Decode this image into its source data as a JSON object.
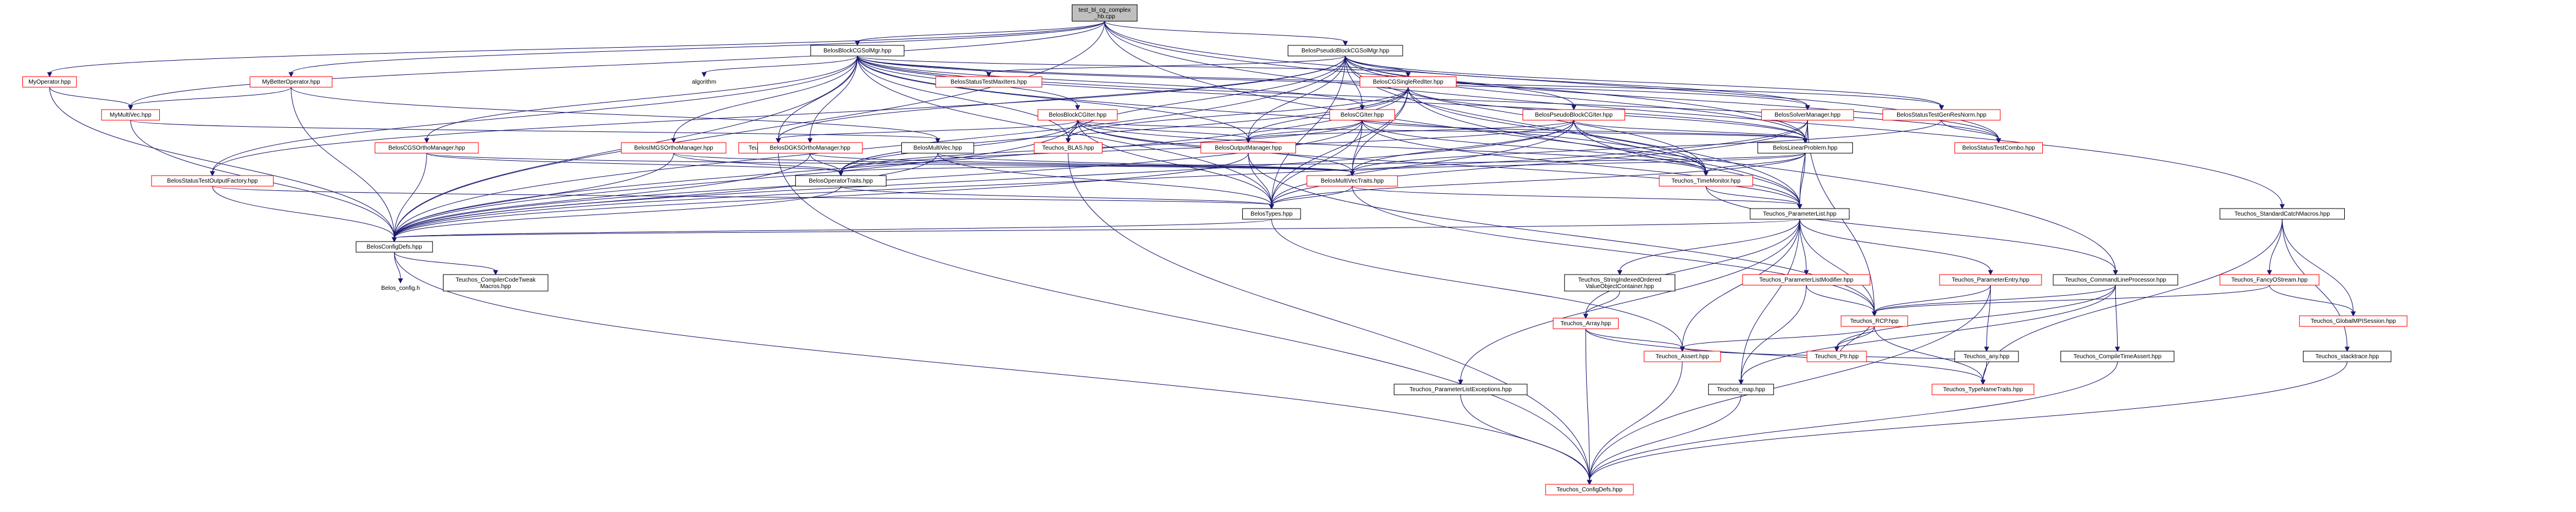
{
  "graph": {
    "nodes": [
      {
        "id": "root",
        "lines": [
          "test_bl_cg_complex",
          "_hb.cpp"
        ],
        "style": "root"
      },
      {
        "id": "myop",
        "lines": [
          "MyOperator.hpp"
        ],
        "style": "red"
      },
      {
        "id": "mybetter",
        "lines": [
          "MyBetterOperator.hpp"
        ],
        "style": "red"
      },
      {
        "id": "mymv",
        "lines": [
          "MyMultiVec.hpp"
        ],
        "style": "red"
      },
      {
        "id": "bbcgsol",
        "lines": [
          "BelosBlockCGSolMgr.hpp"
        ],
        "style": "black"
      },
      {
        "id": "ppbcgsol",
        "lines": [
          "BelosPseudoBlockCGSolMgr.hpp"
        ],
        "style": "black"
      },
      {
        "id": "algorithm",
        "lines": [
          "algorithm"
        ],
        "style": "plain"
      },
      {
        "id": "stmax",
        "lines": [
          "BelosStatusTestMaxIters.hpp"
        ],
        "style": "red"
      },
      {
        "id": "cgsr",
        "lines": [
          "BelosCGSingleRedIter.hpp"
        ],
        "style": "red"
      },
      {
        "id": "cgiter",
        "lines": [
          "BelosCGIter.hpp"
        ],
        "style": "red"
      },
      {
        "id": "bcgiter",
        "lines": [
          "BelosBlockCGIter.hpp"
        ],
        "style": "red"
      },
      {
        "id": "pbcgiter",
        "lines": [
          "BelosPseudoBlockCGIter.hpp"
        ],
        "style": "red"
      },
      {
        "id": "solmgr",
        "lines": [
          "BelosSolverManager.hpp"
        ],
        "style": "red"
      },
      {
        "id": "stgenres",
        "lines": [
          "BelosStatusTestGenResNorm.hpp"
        ],
        "style": "red"
      },
      {
        "id": "stcombo",
        "lines": [
          "BelosStatusTestCombo.hpp"
        ],
        "style": "red"
      },
      {
        "id": "linprob",
        "lines": [
          "BelosLinearProblem.hpp"
        ],
        "style": "black"
      },
      {
        "id": "lapack",
        "lines": [
          "Teuchos_LAPACK.hpp"
        ],
        "style": "red"
      },
      {
        "id": "blas",
        "lines": [
          "Teuchos_BLAS.hpp"
        ],
        "style": "red"
      },
      {
        "id": "outmgr",
        "lines": [
          "BelosOutputManager.hpp"
        ],
        "style": "red"
      },
      {
        "id": "cgsortho",
        "lines": [
          "BelosCGSOrthoManager.hpp"
        ],
        "style": "red"
      },
      {
        "id": "imgs",
        "lines": [
          "BelosIMGSOrthoManager.hpp"
        ],
        "style": "red"
      },
      {
        "id": "dgks",
        "lines": [
          "BelosDGKSOrthoManager.hpp"
        ],
        "style": "red"
      },
      {
        "id": "multivec",
        "lines": [
          "BelosMultiVec.hpp"
        ],
        "style": "black"
      },
      {
        "id": "stoutfac",
        "lines": [
          "BelosStatusTestOutputFactory.hpp"
        ],
        "style": "red"
      },
      {
        "id": "optraits",
        "lines": [
          "BelosOperatorTraits.hpp"
        ],
        "style": "black"
      },
      {
        "id": "mvtraits",
        "lines": [
          "BelosMultiVecTraits.hpp"
        ],
        "style": "red"
      },
      {
        "id": "timemon",
        "lines": [
          "Teuchos_TimeMonitor.hpp"
        ],
        "style": "red"
      },
      {
        "id": "types",
        "lines": [
          "BelosTypes.hpp"
        ],
        "style": "black"
      },
      {
        "id": "paramlist",
        "lines": [
          "Teuchos_ParameterList.hpp"
        ],
        "style": "black"
      },
      {
        "id": "configdefs",
        "lines": [
          "BelosConfigDefs.hpp"
        ],
        "style": "black"
      },
      {
        "id": "belosconfig",
        "lines": [
          "Belos_config.h"
        ],
        "style": "plain"
      },
      {
        "id": "compilertweak",
        "lines": [
          "Teuchos_CompilerCodeTweak",
          "Macros.hpp"
        ],
        "style": "black"
      },
      {
        "id": "strindexed",
        "lines": [
          "Teuchos_StringIndexedOrdered",
          "ValueObjectContainer.hpp"
        ],
        "style": "black"
      },
      {
        "id": "plmodifier",
        "lines": [
          "Teuchos_ParameterListModifier.hpp"
        ],
        "style": "red"
      },
      {
        "id": "paramentry",
        "lines": [
          "Teuchos_ParameterEntry.hpp"
        ],
        "style": "red"
      },
      {
        "id": "cmdline",
        "lines": [
          "Teuchos_CommandLineProcessor.hpp"
        ],
        "style": "black"
      },
      {
        "id": "stdcatch",
        "lines": [
          "Teuchos_StandardCatchMacros.hpp"
        ],
        "style": "black"
      },
      {
        "id": "fancy",
        "lines": [
          "Teuchos_FancyOStream.hpp"
        ],
        "style": "red"
      },
      {
        "id": "globalmpi",
        "lines": [
          "Teuchos_GlobalMPISession.hpp"
        ],
        "style": "red"
      },
      {
        "id": "rcp",
        "lines": [
          "Teuchos_RCP.hpp"
        ],
        "style": "red"
      },
      {
        "id": "array",
        "lines": [
          "Teuchos_Array.hpp"
        ],
        "style": "red"
      },
      {
        "id": "any",
        "lines": [
          "Teuchos_any.hpp"
        ],
        "style": "black"
      },
      {
        "id": "asserthpp",
        "lines": [
          "Teuchos_Assert.hpp"
        ],
        "style": "red"
      },
      {
        "id": "ptr",
        "lines": [
          "Teuchos_Ptr.hpp"
        ],
        "style": "red"
      },
      {
        "id": "typename",
        "lines": [
          "Teuchos_TypeNameTraits.hpp"
        ],
        "style": "red"
      },
      {
        "id": "maphpp",
        "lines": [
          "Teuchos_map.hpp"
        ],
        "style": "black"
      },
      {
        "id": "ple",
        "lines": [
          "Teuchos_ParameterListExceptions.hpp"
        ],
        "style": "black"
      },
      {
        "id": "compiletime",
        "lines": [
          "Teuchos_CompileTimeAssert.hpp"
        ],
        "style": "black"
      },
      {
        "id": "stacktrace",
        "lines": [
          "Teuchos_stacktrace.hpp"
        ],
        "style": "black"
      },
      {
        "id": "teuchosconfig",
        "lines": [
          "Teuchos_ConfigDefs.hpp"
        ],
        "style": "red"
      }
    ],
    "edges": [
      [
        "root",
        "myop"
      ],
      [
        "root",
        "mybetter"
      ],
      [
        "root",
        "mymv"
      ],
      [
        "root",
        "bbcgsol"
      ],
      [
        "root",
        "ppbcgsol"
      ],
      [
        "root",
        "configdefs"
      ],
      [
        "root",
        "linprob"
      ],
      [
        "root",
        "cmdline"
      ],
      [
        "root",
        "stdcatch"
      ],
      [
        "root",
        "stcombo"
      ],
      [
        "myop",
        "mymv"
      ],
      [
        "myop",
        "configdefs"
      ],
      [
        "mybetter",
        "mymv"
      ],
      [
        "mybetter",
        "configdefs"
      ],
      [
        "mybetter",
        "multivec"
      ],
      [
        "mymv",
        "configdefs"
      ],
      [
        "mymv",
        "multivec"
      ],
      [
        "bbcgsol",
        "algorithm"
      ],
      [
        "bbcgsol",
        "stmax"
      ],
      [
        "bbcgsol",
        "cgsr"
      ],
      [
        "bbcgsol",
        "cgiter"
      ],
      [
        "bbcgsol",
        "bcgiter"
      ],
      [
        "bbcgsol",
        "solmgr"
      ],
      [
        "bbcgsol",
        "stgenres"
      ],
      [
        "bbcgsol",
        "stcombo"
      ],
      [
        "bbcgsol",
        "linprob"
      ],
      [
        "bbcgsol",
        "lapack"
      ],
      [
        "bbcgsol",
        "blas"
      ],
      [
        "bbcgsol",
        "outmgr"
      ],
      [
        "bbcgsol",
        "cgsortho"
      ],
      [
        "bbcgsol",
        "imgs"
      ],
      [
        "bbcgsol",
        "dgks"
      ],
      [
        "bbcgsol",
        "stoutfac"
      ],
      [
        "bbcgsol",
        "types"
      ],
      [
        "bbcgsol",
        "configdefs"
      ],
      [
        "bbcgsol",
        "timemon"
      ],
      [
        "ppbcgsol",
        "stmax"
      ],
      [
        "ppbcgsol",
        "cgsr"
      ],
      [
        "ppbcgsol",
        "cgiter"
      ],
      [
        "ppbcgsol",
        "pbcgiter"
      ],
      [
        "ppbcgsol",
        "solmgr"
      ],
      [
        "ppbcgsol",
        "stgenres"
      ],
      [
        "ppbcgsol",
        "stcombo"
      ],
      [
        "ppbcgsol",
        "linprob"
      ],
      [
        "ppbcgsol",
        "outmgr"
      ],
      [
        "ppbcgsol",
        "stoutfac"
      ],
      [
        "ppbcgsol",
        "types"
      ],
      [
        "ppbcgsol",
        "configdefs"
      ],
      [
        "ppbcgsol",
        "timemon"
      ],
      [
        "ppbcgsol",
        "paramlist"
      ],
      [
        "ppbcgsol",
        "lapack"
      ],
      [
        "ppbcgsol",
        "blas"
      ],
      [
        "cgsr",
        "linprob"
      ],
      [
        "cgsr",
        "outmgr"
      ],
      [
        "cgsr",
        "mvtraits"
      ],
      [
        "cgsr",
        "optraits"
      ],
      [
        "cgsr",
        "types"
      ],
      [
        "cgsr",
        "blas"
      ],
      [
        "cgsr",
        "paramlist"
      ],
      [
        "cgsr",
        "timemon"
      ],
      [
        "cgsr",
        "configdefs"
      ],
      [
        "cgiter",
        "linprob"
      ],
      [
        "cgiter",
        "outmgr"
      ],
      [
        "cgiter",
        "mvtraits"
      ],
      [
        "cgiter",
        "optraits"
      ],
      [
        "cgiter",
        "types"
      ],
      [
        "cgiter",
        "paramlist"
      ],
      [
        "cgiter",
        "timemon"
      ],
      [
        "cgiter",
        "configdefs"
      ],
      [
        "bcgiter",
        "linprob"
      ],
      [
        "bcgiter",
        "outmgr"
      ],
      [
        "bcgiter",
        "mvtraits"
      ],
      [
        "bcgiter",
        "optraits"
      ],
      [
        "bcgiter",
        "types"
      ],
      [
        "bcgiter",
        "lapack"
      ],
      [
        "bcgiter",
        "blas"
      ],
      [
        "bcgiter",
        "paramlist"
      ],
      [
        "bcgiter",
        "timemon"
      ],
      [
        "bcgiter",
        "configdefs"
      ],
      [
        "pbcgiter",
        "linprob"
      ],
      [
        "pbcgiter",
        "outmgr"
      ],
      [
        "pbcgiter",
        "mvtraits"
      ],
      [
        "pbcgiter",
        "optraits"
      ],
      [
        "pbcgiter",
        "types"
      ],
      [
        "pbcgiter",
        "paramlist"
      ],
      [
        "pbcgiter",
        "timemon"
      ],
      [
        "pbcgiter",
        "configdefs"
      ],
      [
        "solmgr",
        "linprob"
      ],
      [
        "solmgr",
        "types"
      ],
      [
        "solmgr",
        "paramlist"
      ],
      [
        "solmgr",
        "rcp"
      ],
      [
        "solmgr",
        "configdefs"
      ],
      [
        "stgenres",
        "stcombo"
      ],
      [
        "stgenres",
        "mvtraits"
      ],
      [
        "linprob",
        "mvtraits"
      ],
      [
        "linprob",
        "optraits"
      ],
      [
        "linprob",
        "timemon"
      ],
      [
        "linprob",
        "types"
      ],
      [
        "linprob",
        "paramlist"
      ],
      [
        "outmgr",
        "types"
      ],
      [
        "outmgr",
        "configdefs"
      ],
      [
        "outmgr",
        "rcp"
      ],
      [
        "cgsortho",
        "optraits"
      ],
      [
        "cgsortho",
        "mvtraits"
      ],
      [
        "cgsortho",
        "configdefs"
      ],
      [
        "imgs",
        "optraits"
      ],
      [
        "imgs",
        "mvtraits"
      ],
      [
        "imgs",
        "configdefs"
      ],
      [
        "dgks",
        "optraits"
      ],
      [
        "dgks",
        "mvtraits"
      ],
      [
        "dgks",
        "configdefs"
      ],
      [
        "multivec",
        "mvtraits"
      ],
      [
        "multivec",
        "types"
      ],
      [
        "multivec",
        "configdefs"
      ],
      [
        "stoutfac",
        "configdefs"
      ],
      [
        "stoutfac",
        "types"
      ],
      [
        "optraits",
        "types"
      ],
      [
        "optraits",
        "configdefs"
      ],
      [
        "mvtraits",
        "types"
      ],
      [
        "mvtraits",
        "rcp"
      ],
      [
        "mvtraits",
        "paramlist"
      ],
      [
        "timemon",
        "paramlist"
      ],
      [
        "timemon",
        "cmdline"
      ],
      [
        "types",
        "configdefs"
      ],
      [
        "types",
        "asserthpp"
      ],
      [
        "paramlist",
        "configdefs"
      ],
      [
        "paramlist",
        "strindexed"
      ],
      [
        "paramlist",
        "plmodifier"
      ],
      [
        "paramlist",
        "paramentry"
      ],
      [
        "paramlist",
        "rcp"
      ],
      [
        "paramlist",
        "array"
      ],
      [
        "paramlist",
        "asserthpp"
      ],
      [
        "paramlist",
        "maphpp"
      ],
      [
        "paramlist",
        "ple"
      ],
      [
        "configdefs",
        "belosconfig"
      ],
      [
        "configdefs",
        "compilertweak"
      ],
      [
        "configdefs",
        "teuchosconfig"
      ],
      [
        "strindexed",
        "array"
      ],
      [
        "plmodifier",
        "rcp"
      ],
      [
        "plmodifier",
        "maphpp"
      ],
      [
        "paramentry",
        "rcp"
      ],
      [
        "paramentry",
        "any"
      ],
      [
        "paramentry",
        "teuchosconfig"
      ],
      [
        "cmdline",
        "rcp"
      ],
      [
        "cmdline",
        "maphpp"
      ],
      [
        "cmdline",
        "compiletime"
      ],
      [
        "cmdline",
        "ptr"
      ],
      [
        "stdcatch",
        "fancy"
      ],
      [
        "stdcatch",
        "globalmpi"
      ],
      [
        "stdcatch",
        "stacktrace"
      ],
      [
        "stdcatch",
        "typename"
      ],
      [
        "fancy",
        "rcp"
      ],
      [
        "fancy",
        "globalmpi"
      ],
      [
        "rcp",
        "ptr"
      ],
      [
        "rcp",
        "typename"
      ],
      [
        "rcp",
        "asserthpp"
      ],
      [
        "ptr",
        "rcp"
      ],
      [
        "array",
        "asserthpp"
      ],
      [
        "array",
        "typename"
      ],
      [
        "array",
        "teuchosconfig"
      ],
      [
        "any",
        "asserthpp"
      ],
      [
        "any",
        "typename"
      ],
      [
        "asserthpp",
        "teuchosconfig"
      ],
      [
        "maphpp",
        "teuchosconfig"
      ],
      [
        "ple",
        "teuchosconfig"
      ],
      [
        "compiletime",
        "teuchosconfig"
      ],
      [
        "stacktrace",
        "teuchosconfig"
      ],
      [
        "blas",
        "teuchosconfig"
      ],
      [
        "lapack",
        "teuchosconfig"
      ]
    ]
  }
}
